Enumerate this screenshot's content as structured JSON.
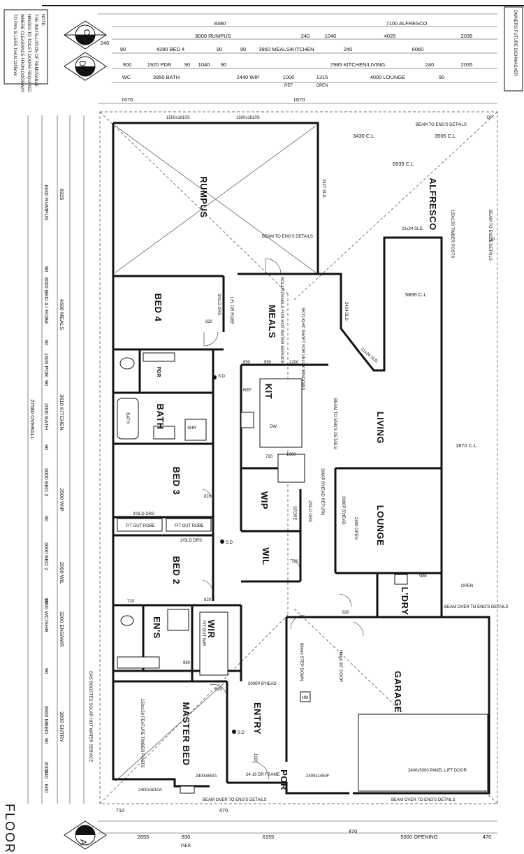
{
  "note": {
    "title": "NOTE:",
    "lines": [
      "THE INSTALLATION OF REMOVABLE",
      "HINGES TO TOILET DOORS REQUIRED",
      "WHERE CLEARANCE FROM DOORWAY",
      "TO PAN IS LESS THAN 1200mm"
    ]
  },
  "top_right_note": "OWNERS FUTURE DISHWASHER",
  "floor_label": "FLOOR",
  "section_markers": {
    "c": "C",
    "d": "D",
    "a": "A"
  },
  "rooms": {
    "rumpus": "RUMPUS",
    "alfresco": "ALFRESCO",
    "bed4": "BED 4",
    "meals": "MEALS",
    "pdr": "PDR",
    "bath": "BATH",
    "kit": "KIT",
    "living": "LIVING",
    "bed3": "BED 3",
    "wip": "WIP",
    "lounge": "LOUNGE",
    "wil": "WIL",
    "bed2": "BED 2",
    "ldry": "L'DRY",
    "ens": "EN'S",
    "wir": "WIR",
    "garage": "GARAGE",
    "master_bed": "MASTER BED",
    "entry": "ENTRY",
    "por": "POR"
  },
  "top_dims": {
    "row1": [
      "8480",
      "7100 ALFRESCO"
    ],
    "row2": [
      "8000 RUMPUS",
      "240",
      "1040",
      "4025",
      "2035"
    ],
    "row3": [
      "90",
      "4390 BED 4",
      "90",
      "90",
      "3960 MEALS/KITCHEN",
      "240",
      "6060"
    ],
    "row4": [
      "900",
      "1920 PDR",
      "90",
      "1040",
      "90",
      "7985 KITCHEN/LIVING",
      "240",
      "2035"
    ],
    "row5": [
      "WC",
      "3950 BATH",
      "2440 WIP",
      "1000",
      "1315",
      "4000 LOUNGE",
      "90"
    ],
    "row5b": [
      "REF",
      "OPEN"
    ],
    "row6": [
      "1670",
      "1670"
    ],
    "top_total": "240"
  },
  "left_dims": [
    "6000 RUMPUS",
    "90",
    "3000 BED 4 / ROBE",
    "90",
    "1600 PDR",
    "90",
    "2000 BATH",
    "90",
    "3000 BED 3",
    "90",
    "3000 BED 2",
    "90",
    "1500 WC/SHR",
    "90",
    "3600 MBED",
    "90",
    "2000",
    "240",
    "600"
  ],
  "left_dims2": [
    "6925",
    "4690 MEALS",
    "3610 KITCHEN",
    "2500 WIP",
    "2000 WIL",
    "3200 ENS/WIR",
    "3000 ENTRY"
  ],
  "left_overall": "27580 OVERALL",
  "bottom_dims": [
    "2655",
    "830",
    "6155",
    "470",
    "5000 OPENING",
    "470"
  ],
  "bottom_sub": [
    "710",
    "470",
    "PIER"
  ],
  "annotations": {
    "beam_top": "BEAM TO ENG'S DETAILS",
    "beam_right": "BEAM TO ENG'S DETAILS",
    "beam_kit": "BEAM TO ENG'S DETAILS",
    "beam_living": "BEAM TO ENG'S DETAILS",
    "beam_bottom1": "BEAM OVER TO ENG'S DETAILS",
    "beam_bottom2": "BEAM OVER TO ENG'S DETAILS",
    "beam_garage": "BEAM OVER TO ENG'S DETAILS",
    "cl1": "3430 C.L",
    "cl2": "3505 C.L",
    "cl3": "6935 C.L",
    "cl4": "5895 C.L",
    "cl5": "1870 C.L",
    "timber_posts": "150x150 TIMBER POSTS",
    "feature_posts": "150x150 FEATURE TIMBER POSTS",
    "slo_2427": "2427 SLD.",
    "slo_2424": "2424 SLD.",
    "slo_2124": "21x24 SLD.",
    "slo_2124b": "21x24 SLD.",
    "solar": "SOLAR PANELS FOR HOT WATER SERVICE",
    "skylight": "SKYLIGHT SHAFT FOR VELUX WINDOWS",
    "gas": "GAS BOOSTED SOLAR HOT WATER SERVICE",
    "garage_door": "2400x5000 PANEL LIFT DOOR",
    "w_2400_850": "2400x850A",
    "w_2400_1810": "2400x1810A",
    "w_2400_1450": "2400x1450F",
    "w_1500_1810": "1500x1810S",
    "w_1500_1810b": "1500x1810S",
    "bhead_entry": "3000P B'HEAD",
    "bhead_lounge": "3000P B'HEAD",
    "bhead_return": "3000P B'HEAD RETURN",
    "open_2400": "2400 OPEN",
    "frame": "24-19 DR FRAME",
    "step": "86mm STEP DOWN",
    "door_gar": "Hinge 90° DOOR",
    "fit_robe1": "FIT OUT ROBE",
    "fit_robe2": "FIT OUT ROBE",
    "sld_drs1": "2/SLD DRS",
    "sld_drs2": "2/SLD DRS",
    "sld_drs3": "3/SLD DRS",
    "sld_drs4": "2/SLD DRS",
    "lfl_robe": "LFL DR ROBE",
    "fit_wir": "FIT OUT WIR",
    "store": "STORE",
    "open": "OPEN",
    "shr": "SHR",
    "wm": "WM",
    "dw": "DW",
    "ref": "REF",
    "hm": "HM",
    "sd": "S.D",
    "dp": "DP",
    "d820": "820",
    "d720": "720",
    "d650": "650",
    "d950": "950",
    "d1200": "1200",
    "d1000": "1000",
    "d980": "980",
    "d1020": "1020"
  }
}
